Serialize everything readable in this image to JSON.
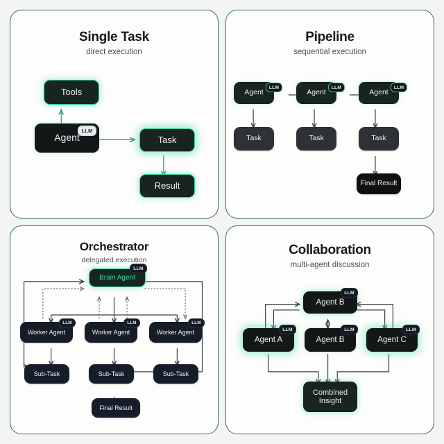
{
  "theme": {
    "page_bg": "#f4f5f3",
    "card_bg": "#fdfdfc",
    "card_border": "#2f6d5b",
    "accent_green": "#35d39a",
    "node_black": "#141718",
    "node_navy": "#161d29",
    "node_gray": "#2e3237",
    "title_color": "#16181a",
    "subtitle_color": "#4b5155",
    "wire_color": "#3c4046"
  },
  "cards": {
    "single_task": {
      "title": "Single Task",
      "subtitle": "direct execution",
      "nodes": {
        "tools": "Tools",
        "agent": "Agent",
        "task": "Task",
        "result": "Result"
      },
      "badges": {
        "agent_llm": "LLM"
      }
    },
    "pipeline": {
      "title": "Pipeline",
      "subtitle": "sequential execution",
      "agents": [
        {
          "label": "Agent",
          "badge": "LLM"
        },
        {
          "label": "Agent",
          "badge": "LLM"
        },
        {
          "label": "Agent",
          "badge": "LLM"
        }
      ],
      "tasks": [
        "Task",
        "Task",
        "Task"
      ],
      "final": "Final Result"
    },
    "orchestrator": {
      "title": "Orchestrator",
      "subtitle": "delegated execution",
      "brain": {
        "label": "Brain Agent",
        "badge": "LLM"
      },
      "workers": [
        {
          "label": "Worker Agent",
          "badge": "LLM"
        },
        {
          "label": "Worker Agent",
          "badge": "LLM"
        },
        {
          "label": "Worker Agent",
          "badge": "LLM"
        }
      ],
      "subtasks": [
        "Sub-Task",
        "Sub-Task",
        "Sub-Task"
      ],
      "final": "Final Result"
    },
    "collaboration": {
      "title": "Collaboration",
      "subtitle": "multi-agent discussion",
      "hub": {
        "label": "Agent B",
        "badge": "LLM"
      },
      "agents": [
        {
          "label": "Agent A",
          "badge": "LLM"
        },
        {
          "label": "Agent B",
          "badge": "LLM"
        },
        {
          "label": "Agent C",
          "badge": "LLM"
        }
      ],
      "combined": "Combined\nInsight"
    }
  }
}
